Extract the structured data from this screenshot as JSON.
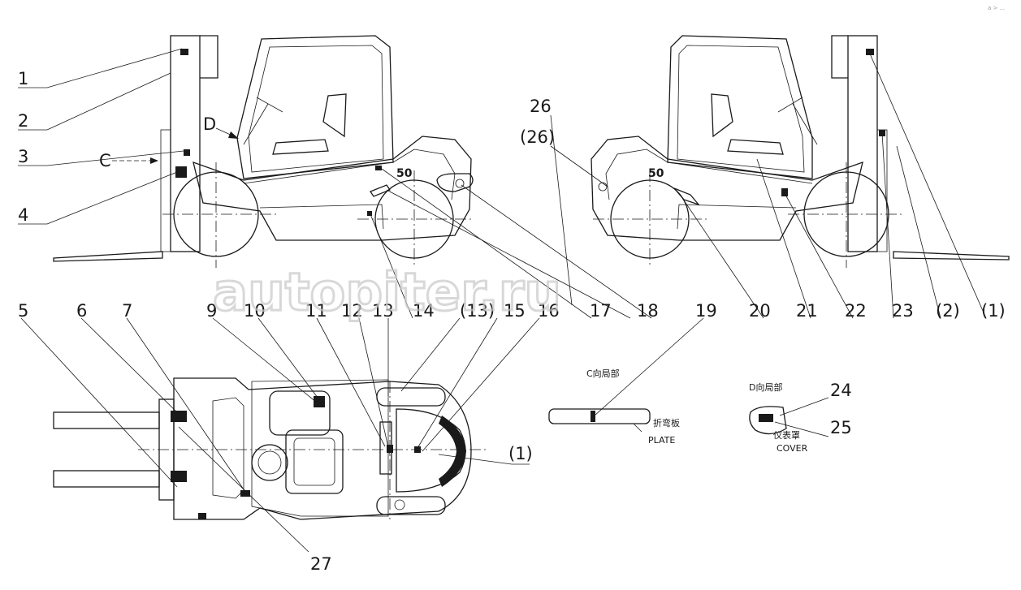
{
  "callouts": [
    "1",
    "2",
    "3",
    "4",
    "5",
    "6",
    "7",
    "9",
    "10",
    "11",
    "12",
    "13",
    "14",
    "(13)",
    "15",
    "16",
    "17",
    "18",
    "19",
    "20",
    "21",
    "22",
    "23",
    "(2)",
    "(1)",
    "26",
    "(26)",
    "24",
    "25",
    "27",
    "(1)"
  ],
  "view_labels": {
    "c_arrow": "C",
    "d_arrow": "D",
    "c_detail": "C向局部",
    "d_detail": "D向局部"
  },
  "parts": {
    "plate_cn": "折弯板",
    "plate_en": "PLATE",
    "cover_cn": "仪表罩",
    "cover_en": "COVER",
    "model_badge": "50"
  },
  "watermark": "autopiter.ru",
  "corner_mark": "a > ..."
}
